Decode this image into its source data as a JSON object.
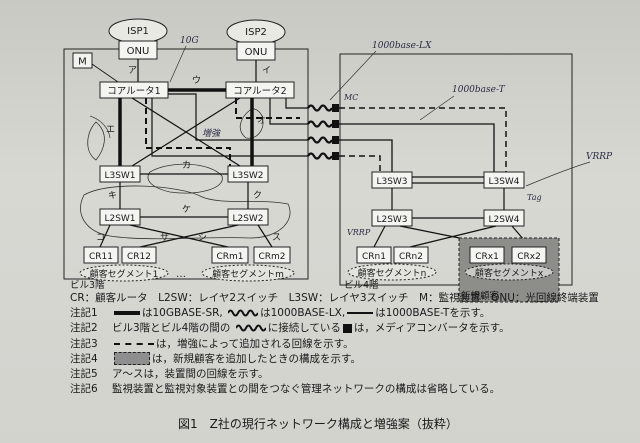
{
  "nodes": {
    "isp1": "ISP1",
    "isp2": "ISP2",
    "onu": "ONU",
    "m": "M",
    "core1": "コアルータ1",
    "core2": "コアルータ2",
    "l3sw1": "L3SW1",
    "l3sw2": "L3SW2",
    "l3sw3": "L3SW3",
    "l3sw4": "L3SW4",
    "l2sw1": "L2SW1",
    "l2sw2": "L2SW2",
    "l2sw3": "L2SW3",
    "l2sw4": "L2SW4",
    "cr11": "CR11",
    "cr12": "CR12",
    "crm1": "CRm1",
    "crm2": "CRm2",
    "crn1": "CRn1",
    "crn2": "CRn2",
    "crx1": "CRx1",
    "crx2": "CRx2",
    "seg1": "顧客セグメント1",
    "segm": "顧客セグメントm",
    "segn": "顧客セグメントn",
    "segx": "顧客セグメントx",
    "dots": "…",
    "new_customer": "新規顧客",
    "bldg3": "ビル3階",
    "bldg4": "ビル4階",
    "mc": "MC"
  },
  "links": {
    "a": "ア",
    "i": "イ",
    "u": "ウ",
    "e": "エ",
    "o": "オ",
    "ka": "カ",
    "ki": "キ",
    "ku": "ク",
    "ke": "ケ",
    "ko": "コ",
    "sa": "サ",
    "shi": "シ",
    "su": "ス"
  },
  "handwriting": {
    "h1": "10G",
    "h2": "1000base-LX",
    "h3": "1000base-T",
    "h4": "VRRP",
    "h5": "VRRP",
    "h6": "Tag",
    "h7": "増強"
  },
  "legend": {
    "abbr": "CR：顧客ルータ　L2SW：レイヤ2スイッチ　L3SW：レイヤ3スイッチ　M：監視装置　ONU：光回線終端装置",
    "n1_label": "注記1",
    "n1_a": "は10GBASE-SR,",
    "n1_b": "は1000BASE-LX,",
    "n1_c": "は1000BASE-Tを示す。",
    "n2_label": "注記2",
    "n2_a": "ビル3階とビル4階の間の",
    "n2_b": "に接続している",
    "n2_c": "は，メディアコンバータを示す。",
    "n3_label": "注記3",
    "n3_a": "は，増強によって追加される回線を示す。",
    "n4_label": "注記4",
    "n4_a": "は，新規顧客を追加したときの構成を示す。",
    "n5_label": "注記5",
    "n5_a": "ア～スは，装置間の回線を示す。",
    "n6_label": "注記6",
    "n6_a": "監視装置と監視対象装置との間をつなぐ管理ネットワークの構成は省略している。"
  },
  "caption": "図1　Z社の現行ネットワーク構成と増強案（抜粋）"
}
